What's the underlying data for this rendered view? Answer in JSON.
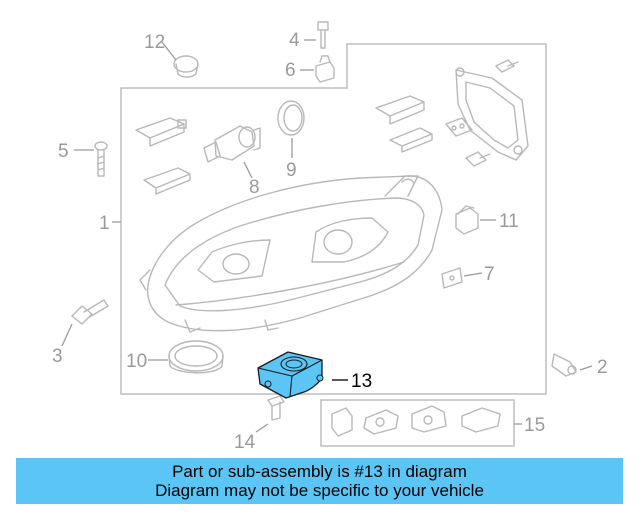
{
  "diagram": {
    "callouts": [
      {
        "id": "1",
        "label": "1"
      },
      {
        "id": "2",
        "label": "2"
      },
      {
        "id": "3",
        "label": "3"
      },
      {
        "id": "4",
        "label": "4"
      },
      {
        "id": "5",
        "label": "5"
      },
      {
        "id": "6",
        "label": "6"
      },
      {
        "id": "7",
        "label": "7"
      },
      {
        "id": "8",
        "label": "8"
      },
      {
        "id": "9",
        "label": "9"
      },
      {
        "id": "10",
        "label": "10"
      },
      {
        "id": "11",
        "label": "11"
      },
      {
        "id": "12",
        "label": "12"
      },
      {
        "id": "13",
        "label": "13"
      },
      {
        "id": "14",
        "label": "14"
      },
      {
        "id": "15",
        "label": "15"
      }
    ],
    "highlighted_part": "13",
    "highlight_color": "#5bc6f5"
  },
  "banner": {
    "line1": "Part or sub-assembly is #13 in diagram",
    "line2": "Diagram may not be specific to your vehicle",
    "color": "#5bc6f5"
  }
}
